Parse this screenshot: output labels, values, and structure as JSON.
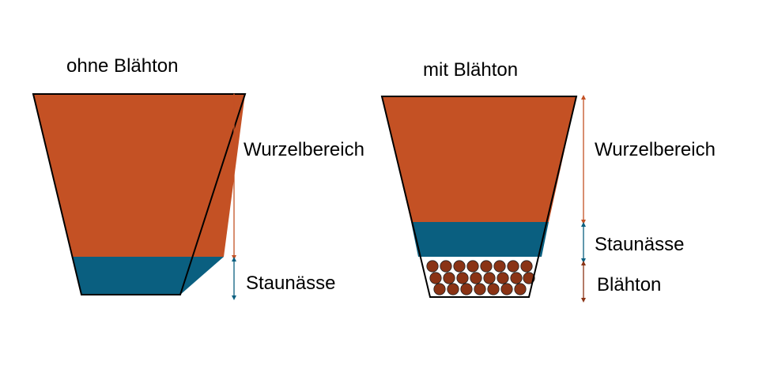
{
  "diagrams": [
    {
      "title": "ohne Blähton",
      "labels": {
        "root": "Wurzelbereich",
        "water": "Staunässe"
      }
    },
    {
      "title": "mit Blähton",
      "labels": {
        "root": "Wurzelbereich",
        "water": "Staunässe",
        "clay": "Blähton"
      }
    }
  ],
  "colors": {
    "soil": "#c45124",
    "water": "#0a5f80",
    "clay_ball": "#8a3315",
    "clay_bg": "#ffffff",
    "outline": "#000000",
    "arrow_root": "#c45124",
    "arrow_water": "#0a5f80",
    "arrow_clay": "#8a3315"
  }
}
